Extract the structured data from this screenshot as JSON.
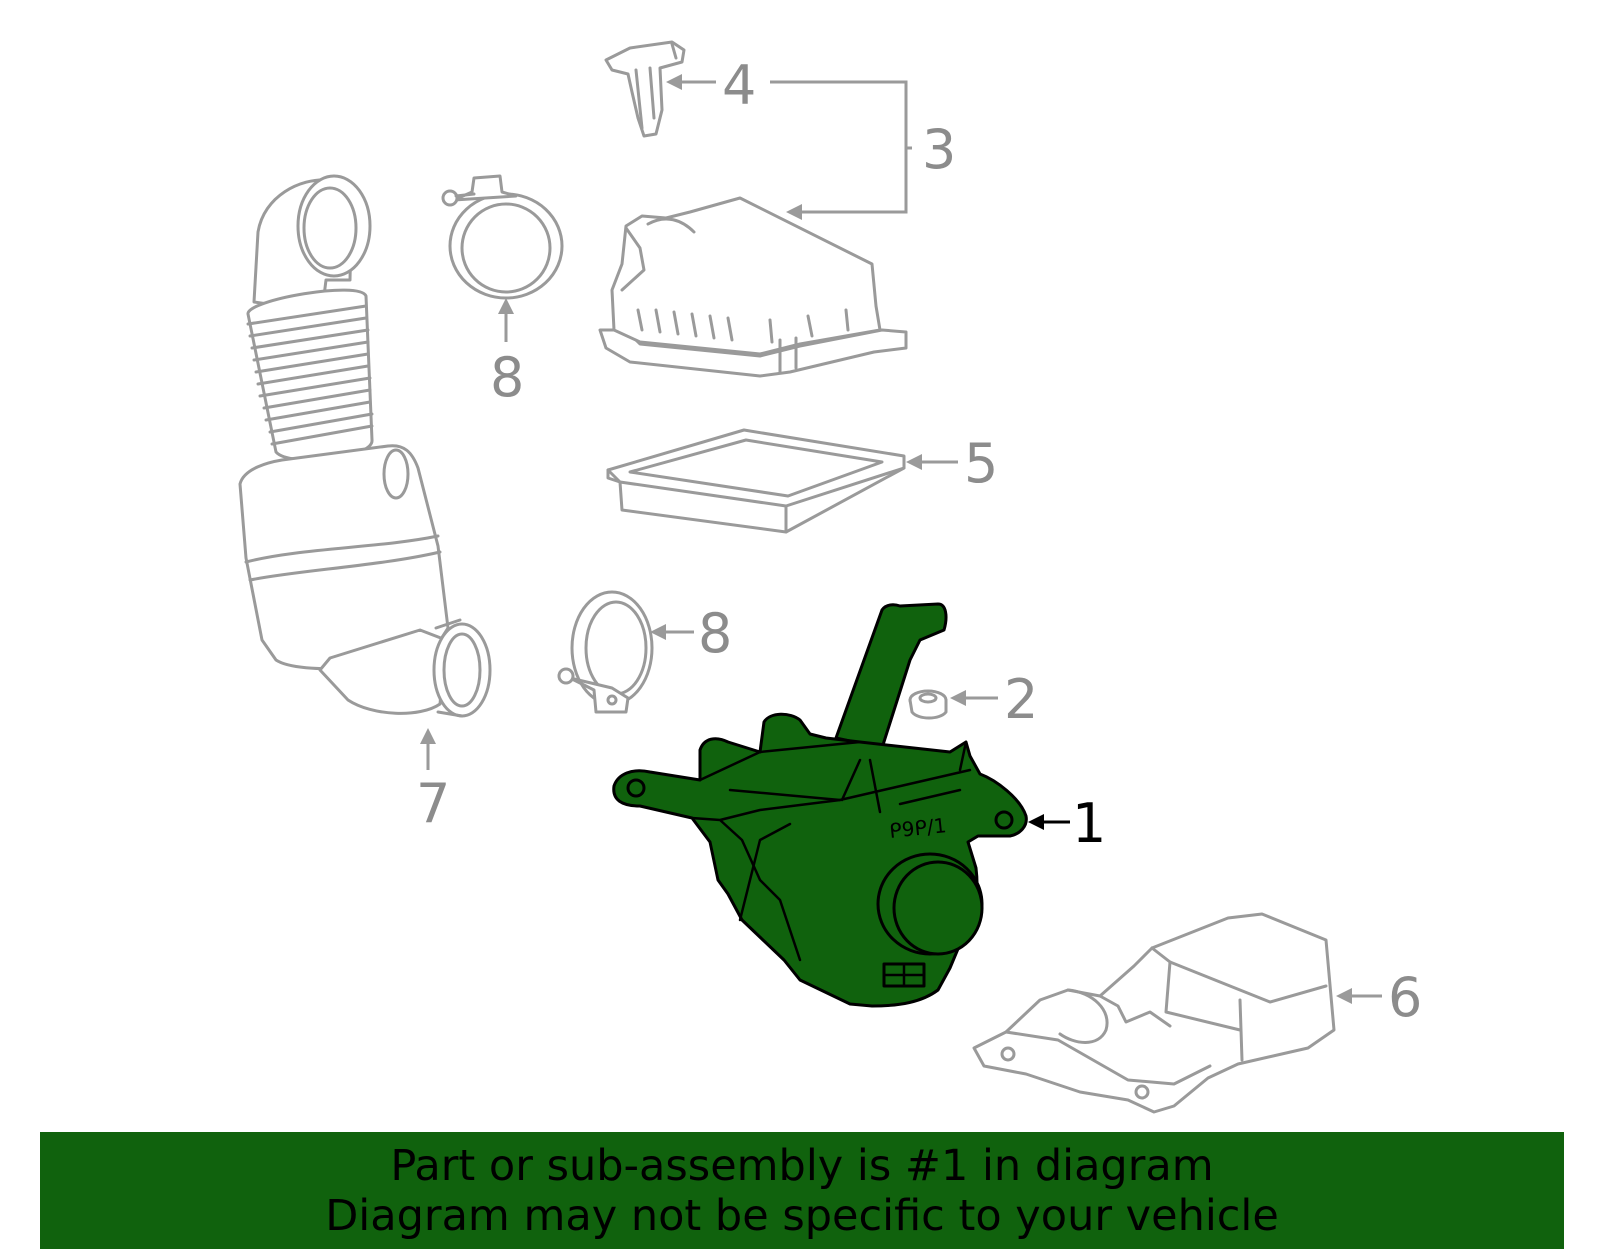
{
  "diagram": {
    "callouts": [
      {
        "id": "1",
        "label": "1",
        "highlighted": true
      },
      {
        "id": "2",
        "label": "2",
        "highlighted": false
      },
      {
        "id": "3",
        "label": "3",
        "highlighted": false
      },
      {
        "id": "4",
        "label": "4",
        "highlighted": false
      },
      {
        "id": "5",
        "label": "5",
        "highlighted": false
      },
      {
        "id": "6",
        "label": "6",
        "highlighted": false
      },
      {
        "id": "7",
        "label": "7",
        "highlighted": false
      },
      {
        "id": "8a",
        "label": "8",
        "highlighted": false
      },
      {
        "id": "8b",
        "label": "8",
        "highlighted": false
      }
    ],
    "part_text": "ᑭ9ᑭ/1",
    "colors": {
      "highlight": "#10620d",
      "line_gray": "#9a9a9a",
      "label_gray": "#8c8c8c",
      "label_black": "#000000"
    }
  },
  "banner": {
    "line1": "Part or sub-assembly is #1 in diagram",
    "line2": "Diagram may not be specific to your vehicle"
  }
}
